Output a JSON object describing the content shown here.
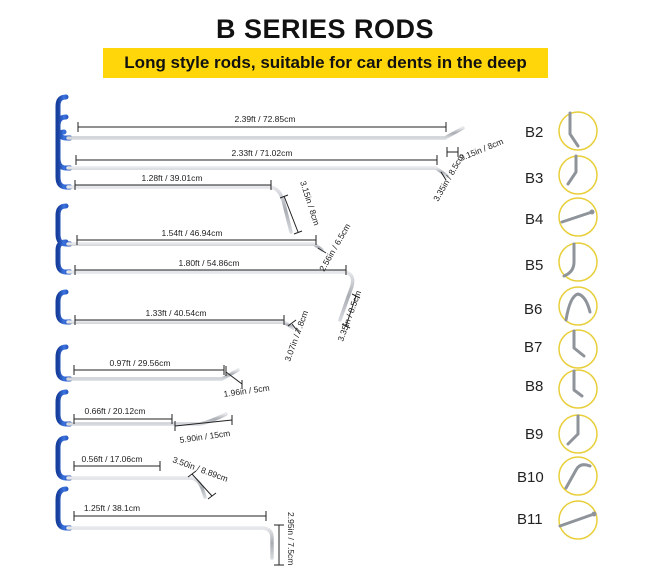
{
  "title": "B SERIES RODS",
  "subtitle": "Long style rods, suitable for car dents in the deep",
  "colors": {
    "banner": "#ffd60a",
    "handle": "#1f56c9",
    "circle": "#e8cf3a",
    "rod": "#b8bcc2"
  },
  "rods": [
    {
      "code": "B2",
      "length": "2.39ft / 72.85cm",
      "tip": "3.15in / 8cm"
    },
    {
      "code": "B3",
      "length": "2.33ft / 71.02cm",
      "tip": "3.35in / 8.5cm"
    },
    {
      "code": "B4",
      "length": "1.28ft / 39.01cm",
      "tip": "3.15in / 8cm"
    },
    {
      "code": "B5",
      "length": "1.54ft / 46.94cm",
      "tip": "2.56in / 6.5cm"
    },
    {
      "code": "B6",
      "length": "1.80ft / 54.86cm",
      "tip": "3.35in / 8.5cm"
    },
    {
      "code": "B7",
      "length": "1.33ft / 40.54cm",
      "tip": "3.07in / 7.8cm"
    },
    {
      "code": "B8",
      "length": "0.97ft / 29.56cm",
      "tip": "1.96in / 5cm"
    },
    {
      "code": "B9",
      "length": "0.66ft / 20.12cm",
      "tip": "5.90in / 15cm"
    },
    {
      "code": "B10",
      "length": "0.56ft / 17.06cm",
      "tip": "3.50in / 8.89cm"
    },
    {
      "code": "B11",
      "length": "1.25ft / 38.1cm",
      "tip": "2.95in / 7.5cm"
    }
  ]
}
